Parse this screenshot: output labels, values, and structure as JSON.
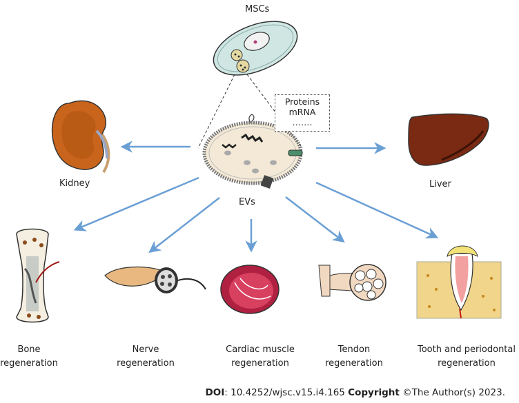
{
  "labels": {
    "mscs": "MSCs",
    "evs": "EVs",
    "kidney": "Kidney",
    "liver": "Liver"
  },
  "cargo": [
    "Proteins",
    "mRNA",
    "……."
  ],
  "targets": [
    {
      "line1": "Bone",
      "line2": "regeneration"
    },
    {
      "line1": "Nerve",
      "line2": "regeneration"
    },
    {
      "line1": "Cardiac muscle",
      "line2": "regeneration"
    },
    {
      "line1": "Tendon",
      "line2": "regeneration"
    },
    {
      "line1": "Tooth and periodontal",
      "line2": "regeneration"
    }
  ],
  "footer": {
    "doi_label": "DOI",
    "doi_value": ": 10.4252/wjsc.v15.i4.165 ",
    "copyright_label": "Copyright",
    "copyright_value": " ©The Author(s) 2023."
  },
  "colors": {
    "arrow": "#6a9fd4",
    "kidney": "#c8641c",
    "liver": "#7a2a12",
    "cell": "#cfe6e2",
    "ev": "#f3e9d6"
  }
}
